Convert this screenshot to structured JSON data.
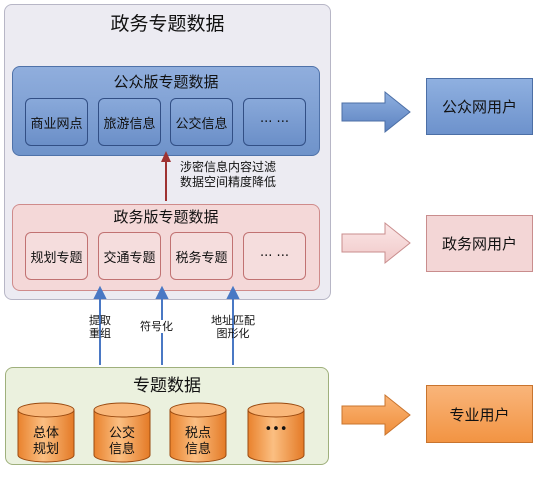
{
  "outer_title": "政务专题数据",
  "public_panel": {
    "title": "公众版专题数据",
    "items": [
      "商业网点",
      "旅游信息",
      "公交信息",
      "··· ···"
    ]
  },
  "filter_note": [
    "涉密信息内容过滤",
    "数据空间精度降低"
  ],
  "gov_panel": {
    "title": "政务版专题数据",
    "items": [
      "规划专题",
      "交通专题",
      "税务专题",
      "··· ···"
    ]
  },
  "processes": [
    {
      "lines": [
        "提取",
        "重组"
      ]
    },
    {
      "lines": [
        "符号化"
      ]
    },
    {
      "lines": [
        "地址匹配",
        "图形化"
      ]
    }
  ],
  "topic_panel": {
    "title": "专题数据",
    "items": [
      {
        "lines": [
          "总体",
          "规划"
        ]
      },
      {
        "lines": [
          "公交",
          "信息"
        ]
      },
      {
        "lines": [
          "税点",
          "信息"
        ]
      },
      {
        "lines": [
          "•••",
          ""
        ]
      }
    ]
  },
  "users": [
    "公众网用户",
    "政务网用户",
    "专业用户"
  ],
  "colors": {
    "public_blue": "#7b9dd4",
    "gov_pink": "#f4d8d8",
    "topic_green": "#ebf1de",
    "cylinder_orange": "#f5a35a",
    "user_orange": "#f7a865"
  }
}
